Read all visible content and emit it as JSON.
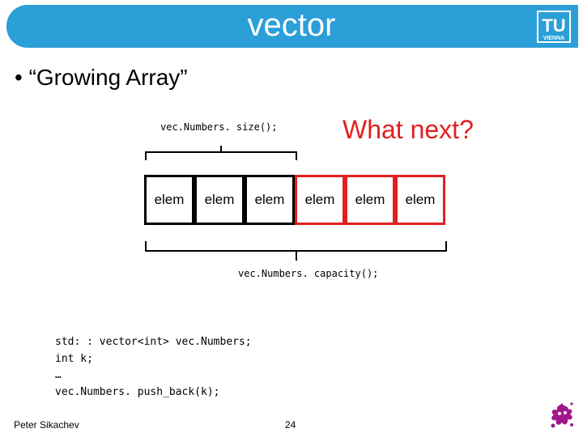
{
  "slide": {
    "title": "vector",
    "bullet": "• “Growing Array”",
    "size_call": "vec.Numbers. size();",
    "what_next": "What next?",
    "capacity_call": "vec.Numbers. capacity();",
    "cells": [
      "elem",
      "elem",
      "elem",
      "elem",
      "elem",
      "elem"
    ],
    "code_lines": [
      "std: : vector<int> vec.Numbers;",
      "int k;",
      "…",
      "vec.Numbers. push_back(k);"
    ],
    "author": "Peter Sikachev",
    "page_number": "24"
  },
  "logo": {
    "line1": "TU",
    "line2": "VIENNA"
  },
  "colors": {
    "title_bar": "#2a9fd8",
    "accent_red": "#e02020",
    "splat_purple": "#a0168a"
  }
}
